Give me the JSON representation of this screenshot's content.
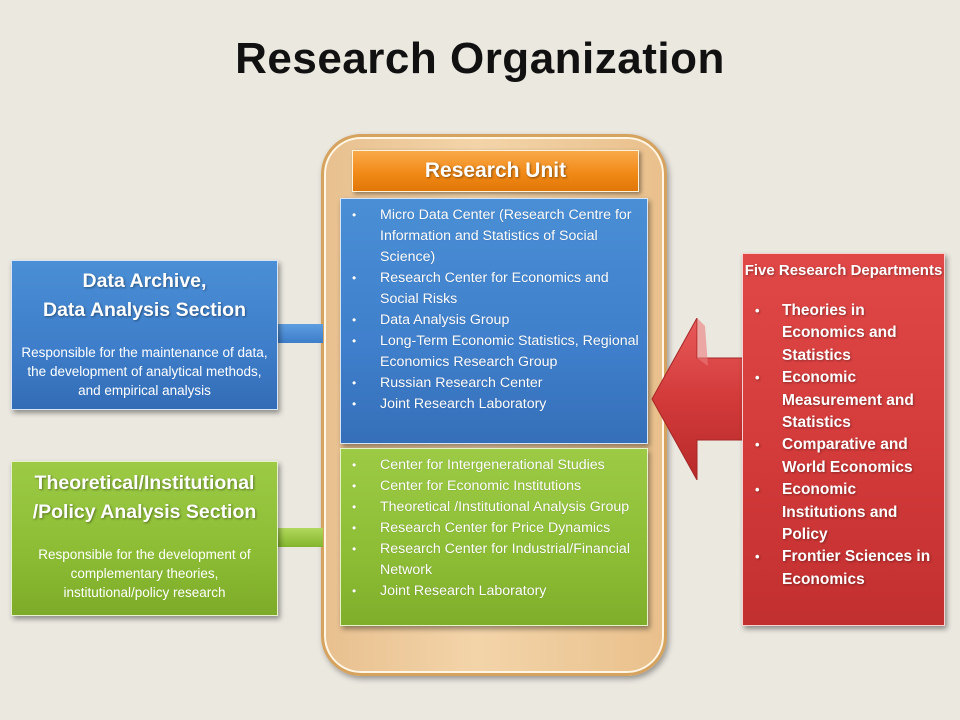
{
  "title": "Research Organization",
  "research_unit": {
    "header": "Research Unit",
    "blue_items": [
      "Micro Data Center (Research Centre for Information and Statistics of Social Science)",
      "Research Center for Economics and Social Risks",
      "Data Analysis Group",
      "Long-Term Economic Statistics, Regional Economics Research Group",
      "Russian Research Center",
      "Joint Research Laboratory"
    ],
    "green_items": [
      "Center for Intergenerational Studies",
      "Center for Economic Institutions",
      "Theoretical /Institutional Analysis Group",
      "Research Center for Price Dynamics",
      "Research Center for Industrial/Financial Network",
      "Joint Research Laboratory"
    ]
  },
  "data_archive": {
    "heading_line1": "Data Archive,",
    "heading_line2": "Data Analysis Section",
    "desc": "Responsible for the maintenance of data, the development of analytical methods, and empirical analysis"
  },
  "theoretical": {
    "heading_line1": "Theoretical/Institutional",
    "heading_line2": "/Policy Analysis Section",
    "desc": "Responsible for the development of complementary theories, institutional/policy research"
  },
  "departments": {
    "heading": "Five Research Departments",
    "items": [
      "Theories in Economics and Statistics",
      "Economic Measurement and Statistics",
      "Comparative and World Economics",
      "Economic Institutions and Policy",
      "Frontier Sciences in Economics"
    ]
  },
  "colors": {
    "blue": "#3f7fcb",
    "green": "#8dbd35",
    "orange": "#f28a17",
    "red": "#d33a3a",
    "frame": "#f3d4a9"
  },
  "bullet": "•"
}
